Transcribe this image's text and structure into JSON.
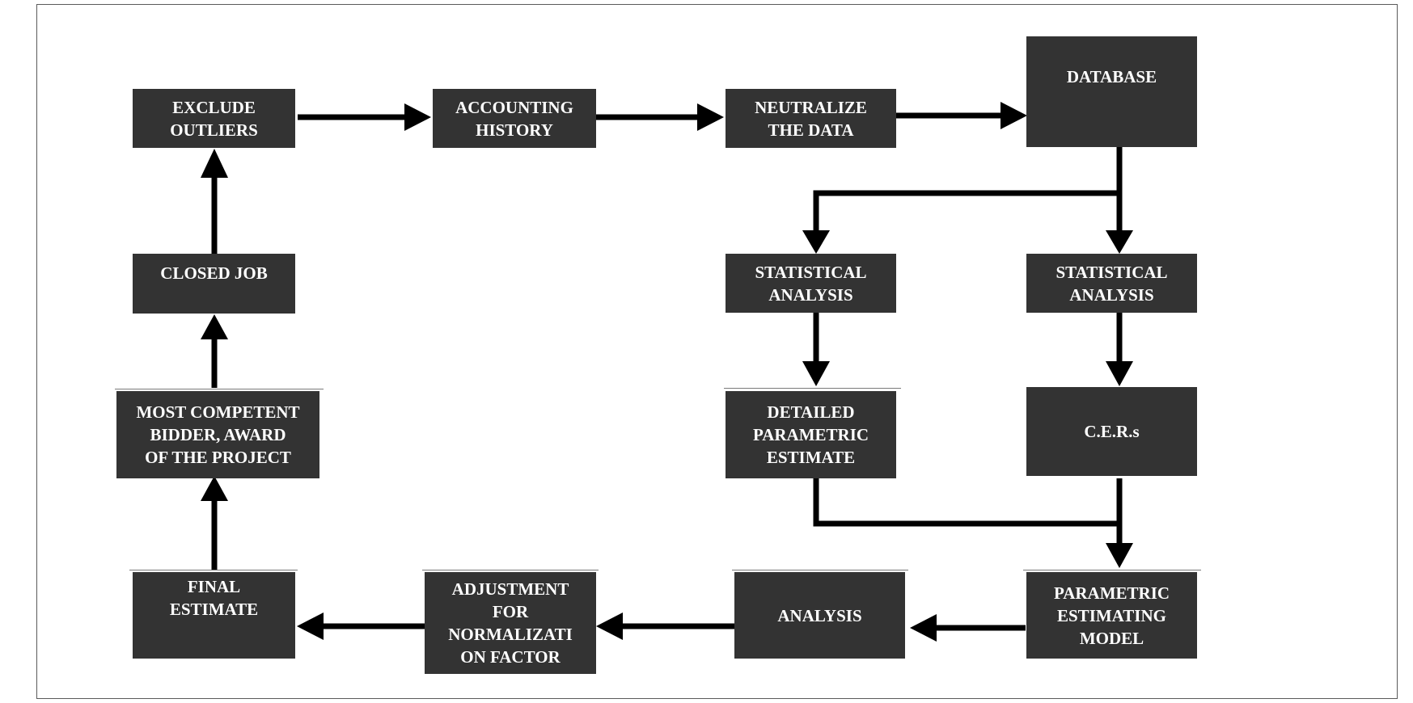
{
  "colors": {
    "box_fill": "#333333",
    "box_text": "#ffffff",
    "arrow": "#000000",
    "frame": "#5a5a5a"
  },
  "nodes": {
    "exclude_outliers": "EXCLUDE\nOUTLIERS",
    "accounting_history": "ACCOUNTING\nHISTORY",
    "neutralize_data": "NEUTRALIZE\nTHE DATA",
    "database": "DATABASE",
    "closed_job": "CLOSED JOB",
    "statistical_analysis_left": "STATISTICAL\nANALYSIS",
    "statistical_analysis_right": "STATISTICAL\nANALYSIS",
    "most_competent_bidder": "MOST COMPETENT\nBIDDER, AWARD\nOF THE PROJECT",
    "detailed_parametric_estimate": "DETAILED\nPARAMETRIC\nESTIMATE",
    "cers": "C.E.R.s",
    "final_estimate": "FINAL\nESTIMATE",
    "adjustment_normalization": "ADJUSTMENT\nFOR\nNORMALIZATI\nON FACTOR",
    "analysis": "ANALYSIS",
    "parametric_estimating_model": "PARAMETRIC\nESTIMATING\nMODEL"
  }
}
